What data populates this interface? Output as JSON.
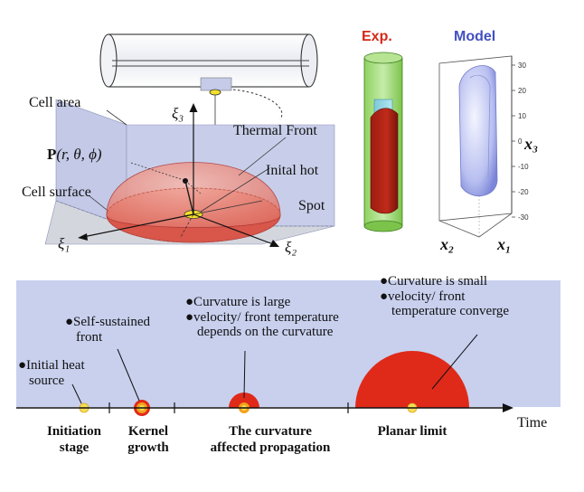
{
  "top_schematic": {
    "labels": {
      "cell_area": "Cell area",
      "cell_surface": "Cell surface",
      "thermal_front": "Thermal Front",
      "initial_hot_line1": "Inital hot",
      "initial_hot_line2": "Spot",
      "point_bold": "P",
      "point_args": "(r, θ, ϕ)",
      "xi3": "ξ₃",
      "xi1": "ξ₁",
      "xi2": "ξ₂"
    },
    "colors": {
      "plane": "#c3c9e6",
      "dome": "#e8857a",
      "spot": "#f2e12a",
      "tube": "#d8dbe3"
    }
  },
  "comparison": {
    "exp_label": "Exp.",
    "model_label": "Model",
    "exp_color": "#d42a1a",
    "model_color": "#4250c0",
    "axis": {
      "x3_label": "x₃",
      "x2_label": "x₂",
      "x1_label": "x₁",
      "x3_ticks": [
        "30",
        "20",
        "10",
        "0",
        "-10",
        "-20",
        "-30"
      ]
    }
  },
  "timeline": {
    "time_label": "Time",
    "annotations": [
      {
        "lines": [
          "●Initial heat",
          "source"
        ]
      },
      {
        "lines": [
          "●Self-sustained",
          "front"
        ]
      },
      {
        "lines": [
          "●Curvature is large",
          "●velocity/ front temperature",
          "depends on the curvature"
        ]
      },
      {
        "lines": [
          "●Curvature is small",
          "●velocity/ front",
          "temperature converge"
        ]
      }
    ],
    "stages": [
      {
        "lines": [
          "Initiation",
          "stage"
        ]
      },
      {
        "lines": [
          "Kernel",
          "growth"
        ]
      },
      {
        "lines": [
          "The curvature",
          "affected propagation"
        ]
      },
      {
        "lines": [
          "Planar limit"
        ]
      }
    ],
    "colors": {
      "band": "#c8d0ee",
      "front": "#df2a1a",
      "ring": "#f3a21a",
      "core": "#f5de55"
    }
  }
}
